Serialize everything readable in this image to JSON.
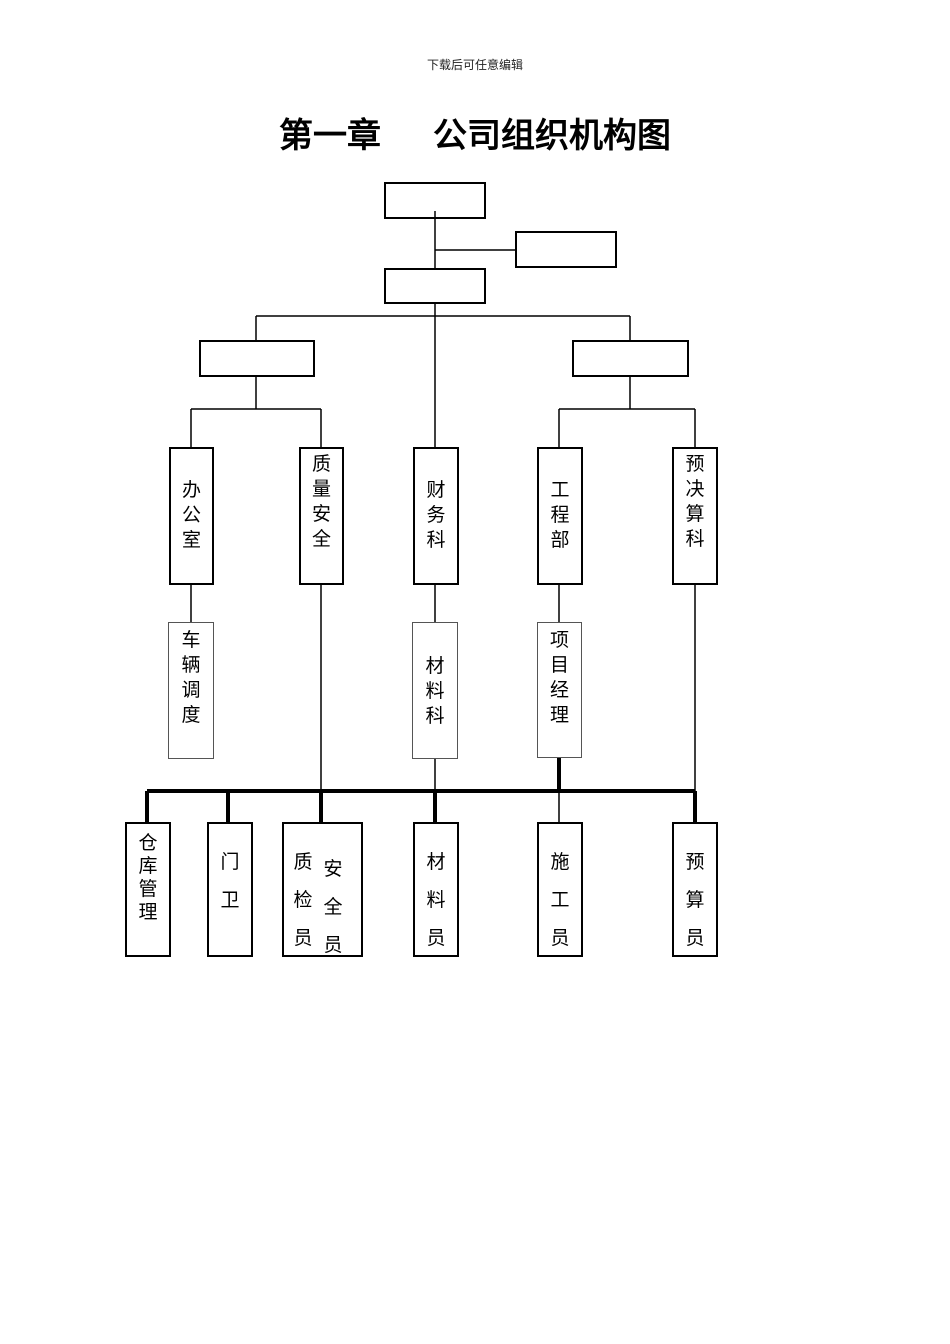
{
  "header_note": "下载后可任意编辑",
  "title": {
    "chapter": "第一章",
    "name": "公司组织机构图"
  },
  "nodes": {
    "office": "办公室",
    "quality_safety": "质量安全",
    "finance": "财务科",
    "engineering": "工程部",
    "budget": "预决算科",
    "vehicle_dispatch": "车辆调度",
    "materials_dept": "材料科",
    "project_manager": "项目经理",
    "warehouse": "仓库管理",
    "guard": "门卫",
    "quality_inspector": "质检员",
    "safety_officer": "安全员",
    "material_clerk": "材料员",
    "construction_worker": "施工员",
    "budget_clerk": "预算员"
  }
}
